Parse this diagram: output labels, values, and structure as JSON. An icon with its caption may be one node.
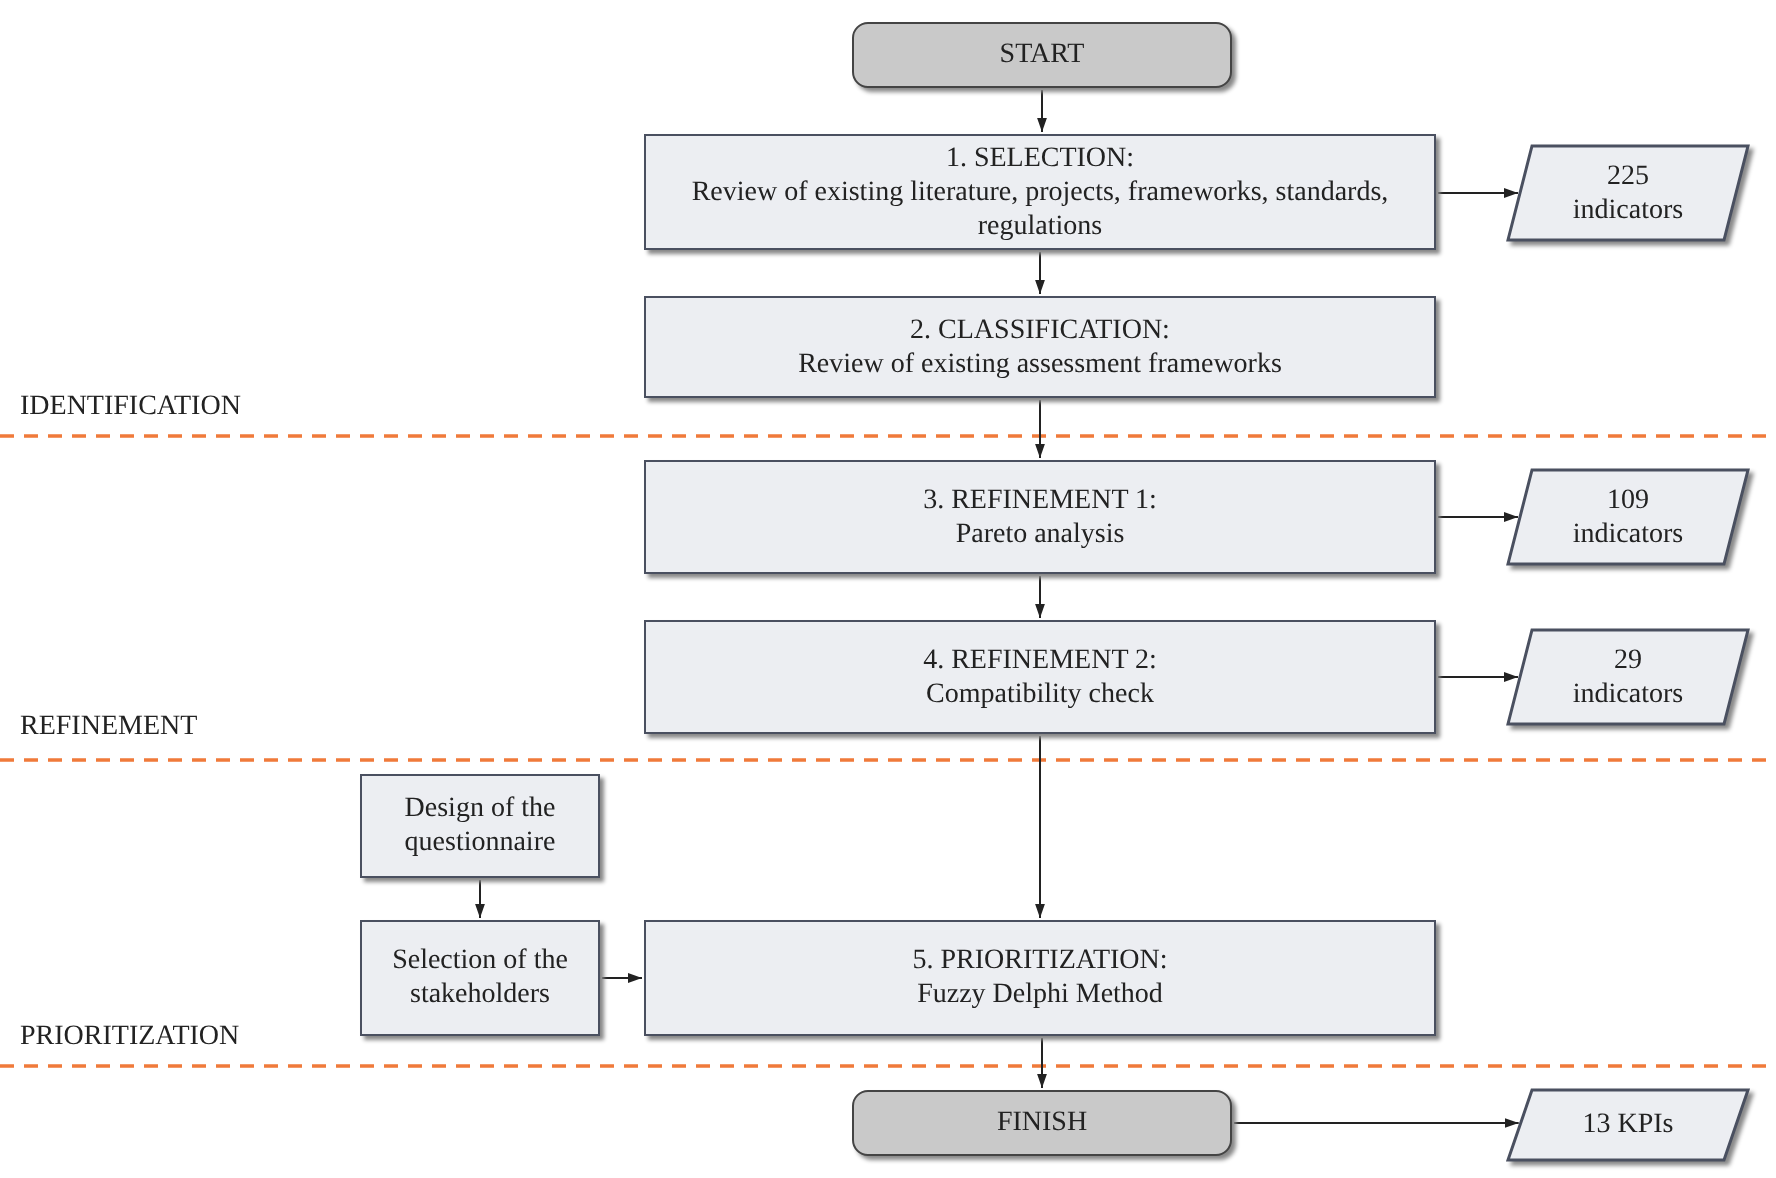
{
  "diagram": {
    "nodes": [
      {
        "text": [
          "START"
        ]
      },
      {
        "text": [
          "1. SELECTION:",
          "Review of existing literature, projects, frameworks, standards, regulations"
        ]
      },
      {
        "text": [
          "225 indicators"
        ]
      },
      {
        "text": [
          "2. CLASSIFICATION:",
          "Review of existing assessment frameworks"
        ]
      },
      {
        "text": [
          "3. REFINEMENT 1:",
          "Pareto analysis"
        ]
      },
      {
        "text": [
          "109 indicators"
        ]
      },
      {
        "text": [
          "4. REFINEMENT 2:",
          "Compatibility check"
        ]
      },
      {
        "text": [
          "29 indicators"
        ]
      },
      {
        "text": [
          "Design of the questionnaire"
        ]
      },
      {
        "text": [
          "Selection of the stakeholders"
        ]
      },
      {
        "text": [
          "5. PRIORITIZATION:",
          "Fuzzy Delphi Method"
        ]
      },
      {
        "text": [
          "FINISH"
        ]
      },
      {
        "text": [
          "13 KPIs"
        ]
      }
    ],
    "edges": [
      {
        "from": 0,
        "to": 1,
        "arrow": "to"
      },
      {
        "from": 1,
        "to": 2,
        "arrow": "to"
      },
      {
        "from": 1,
        "to": 3,
        "arrow": "to"
      },
      {
        "from": 3,
        "to": 4,
        "arrow": "to"
      },
      {
        "from": 4,
        "to": 5,
        "arrow": "to"
      },
      {
        "from": 4,
        "to": 6,
        "arrow": "to"
      },
      {
        "from": 6,
        "to": 7,
        "arrow": "to"
      },
      {
        "from": 6,
        "to": 10,
        "arrow": "to"
      },
      {
        "from": 8,
        "to": 9,
        "arrow": "to"
      },
      {
        "from": 9,
        "to": 10,
        "arrow": "to"
      },
      {
        "from": 10,
        "to": 11,
        "arrow": "to"
      },
      {
        "from": 11,
        "to": 12,
        "arrow": "to"
      }
    ],
    "labels": [
      "IDENTIFICATION",
      "REFINEMENT",
      "PRIORITIZATION"
    ]
  }
}
